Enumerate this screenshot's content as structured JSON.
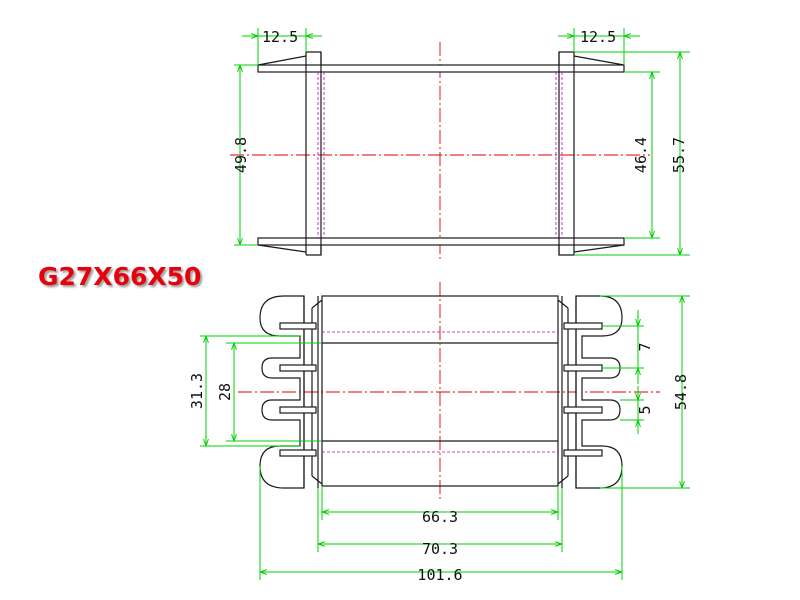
{
  "title": "G27X66X50",
  "colors": {
    "title": "#e8000b",
    "dimension": "#00d000",
    "centerline": "#e00000",
    "hidden": "#c000c0",
    "outline": "#1a1a1a"
  },
  "top_view": {
    "dims": {
      "flange_left": "12.5",
      "flange_right": "12.5",
      "height_inner": "49.8",
      "height_mid": "46.4",
      "height_outer": "55.7"
    }
  },
  "front_view": {
    "dims": {
      "span_outer": "31.3",
      "span_inner": "28",
      "slot_pitch": "7",
      "slot_width": "5",
      "overall_height": "54.8",
      "winding_length": "66.3",
      "body_length": "70.3",
      "overall_length": "101.6"
    }
  }
}
